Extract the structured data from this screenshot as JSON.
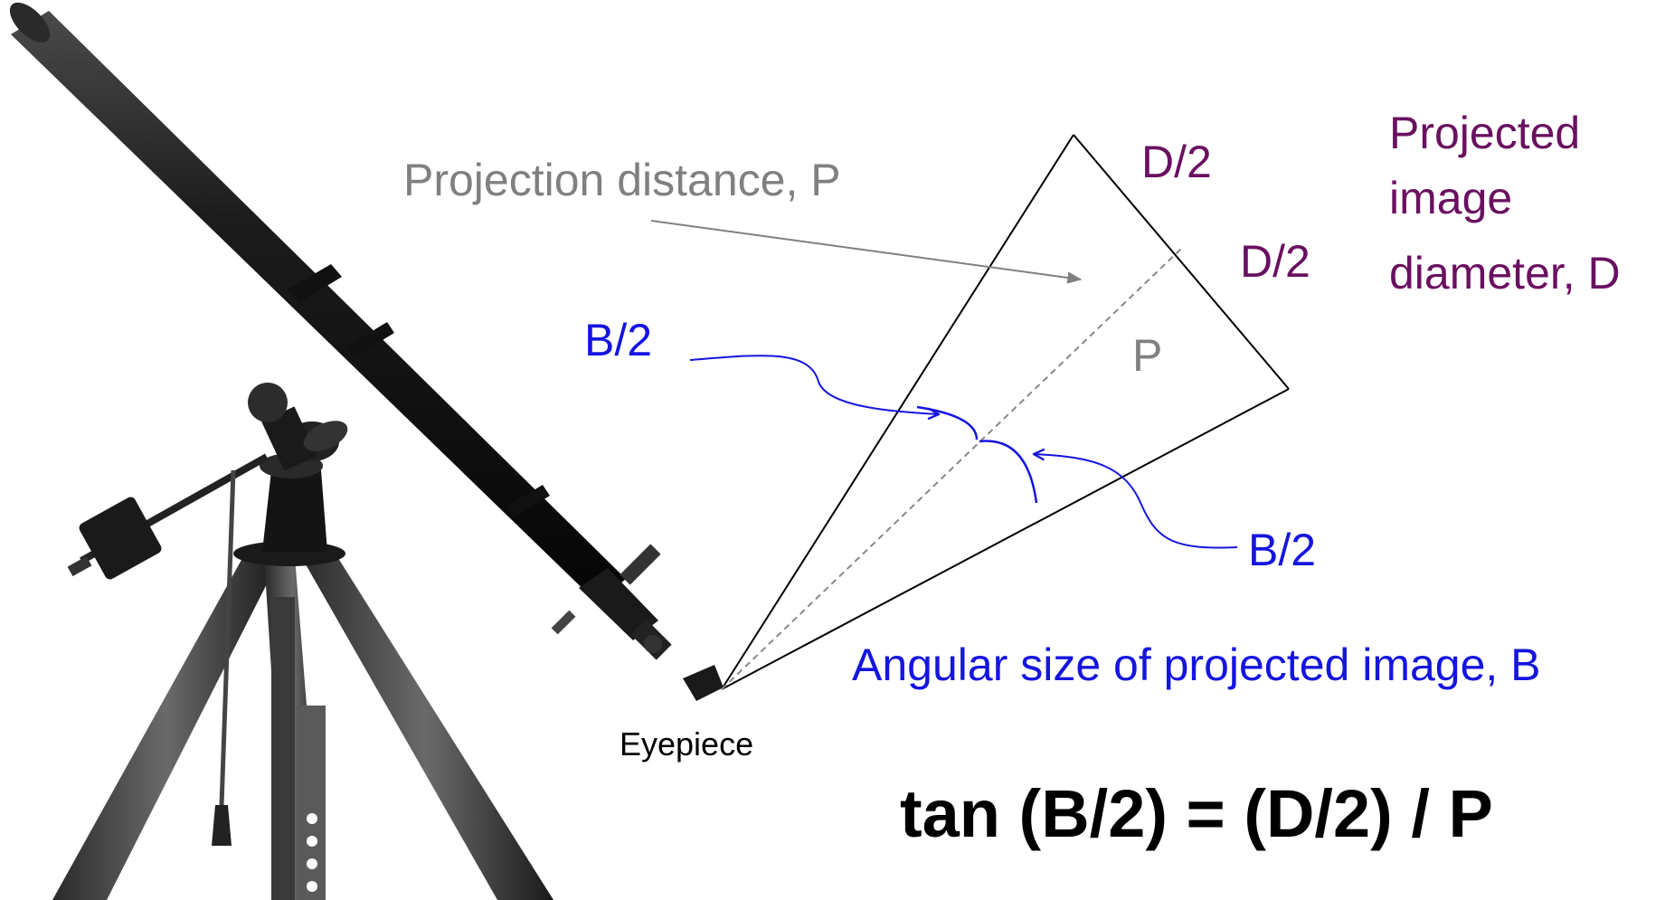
{
  "labels": {
    "projection_distance": "Projection distance, P",
    "d_half_top": "D/2",
    "d_half_mid": "D/2",
    "projected_line1": "Projected",
    "projected_line2": "image",
    "projected_line3": "diameter, D",
    "b_half_left": "B/2",
    "b_half_right": "B/2",
    "p": "P",
    "angular_size": "Angular size of projected image, B",
    "eyepiece": "Eyepiece",
    "formula": "tan (B/2) = (D/2) / P"
  },
  "colors": {
    "blue": "#1515e0",
    "purple": "#6a1060",
    "gray": "#808080",
    "black": "#000000"
  },
  "icons": {
    "telescope": "telescope-illustration"
  }
}
